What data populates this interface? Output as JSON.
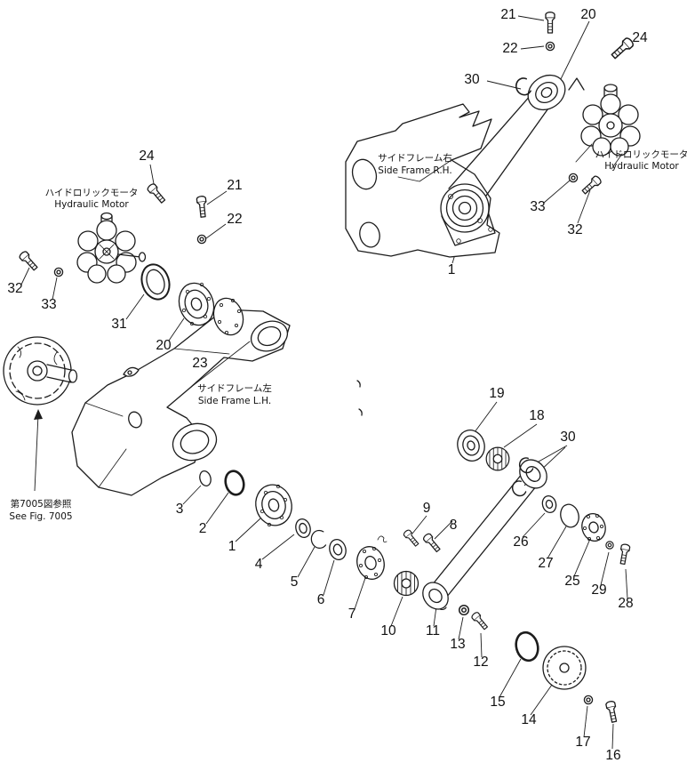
{
  "labels": {
    "side_frame_rh_jp": "サイドフレーム右",
    "side_frame_rh_en": "Side Frame R.H.",
    "side_frame_lh_jp": "サイドフレーム左",
    "side_frame_lh_en": "Side Frame L.H.",
    "motor_right_jp": "ハイドロリックモータ",
    "motor_right_en": "Hydraulic Motor",
    "motor_left_jp": "ハイドロリックモータ",
    "motor_left_en": "Hydraulic Motor",
    "see_fig_jp": "第7005図参照",
    "see_fig_en": "See Fig. 7005"
  },
  "callouts": {
    "t21": "21",
    "t20": "20",
    "t22": "22",
    "t24": "24",
    "t30": "30",
    "t33": "33",
    "t32": "32",
    "t1": "1",
    "l24": "24",
    "l21": "21",
    "l22": "22",
    "l32": "32",
    "l33": "33",
    "l31": "31",
    "l20": "20",
    "l23": "23",
    "b3": "3",
    "b2": "2",
    "b1": "1",
    "b4": "4",
    "b5": "5",
    "b6": "6",
    "b7": "7",
    "b9": "9",
    "b8": "8",
    "b10": "10",
    "b11": "11",
    "b13": "13",
    "b12": "12",
    "b15": "15",
    "b14": "14",
    "b17": "17",
    "b16": "16",
    "m19": "19",
    "m18": "18",
    "m30": "30",
    "m26": "26",
    "m27": "27",
    "m25": "25",
    "m29": "29",
    "m28": "28"
  }
}
